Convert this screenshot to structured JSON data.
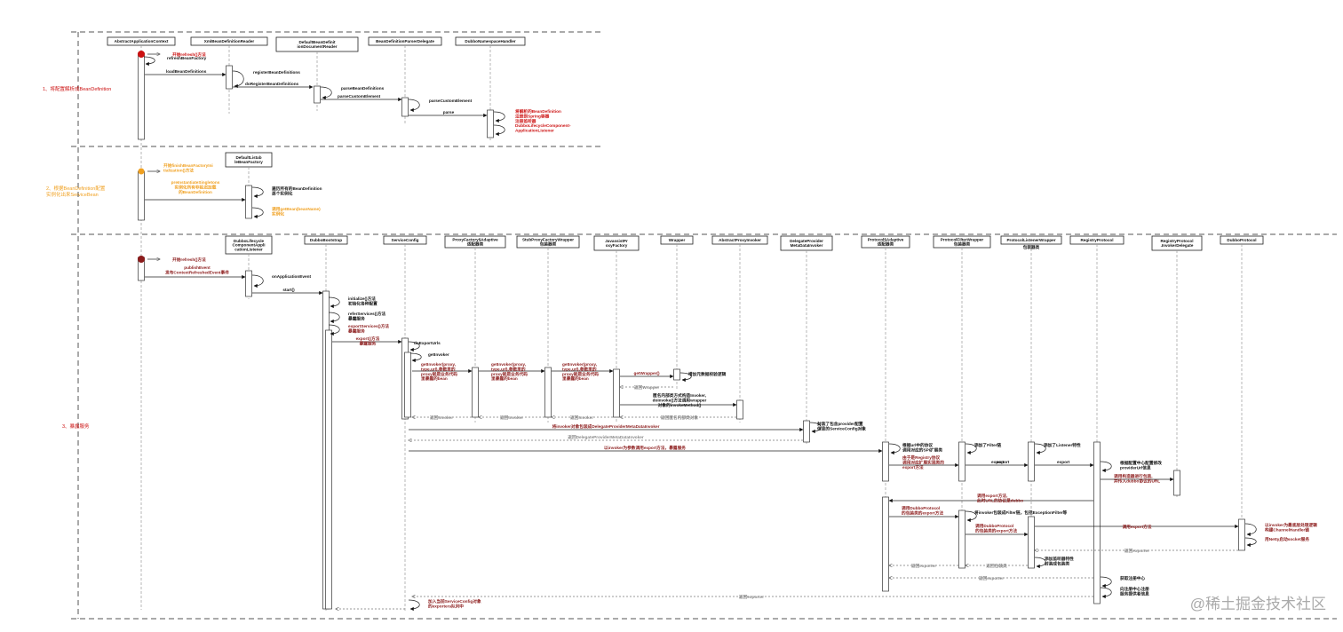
{
  "colors": {
    "red": "#cc1111",
    "orange": "#f0a020",
    "darkred": "#8b1a1a",
    "black": "#111111",
    "gray": "#888888"
  },
  "sections": [
    {
      "label": "1、将配置解析成BeanDefinition"
    },
    {
      "label": "2、根据BeanDefinition配置实例化出来ServiceBean"
    },
    {
      "label": "3、暴露服务"
    }
  ],
  "participants": [
    {
      "id": "aac",
      "label": "AbstractApplicationContext"
    },
    {
      "id": "xbdr",
      "label": "XmlBeanDefinitionReader"
    },
    {
      "id": "dbdr",
      "label": "DefaultBeanDefinitionDocumentReader"
    },
    {
      "id": "bdpd",
      "label": "BeanDefinitionParserDelegate"
    },
    {
      "id": "dnh",
      "label": "DubboNamespaceHandler"
    },
    {
      "id": "dlbf",
      "label": "DefaultListableBeanFactory"
    },
    {
      "id": "dlcal",
      "label": "DubboLifecycleComponentApplicationListener"
    },
    {
      "id": "dbs",
      "label": "DubboBootstrap"
    },
    {
      "id": "sc",
      "label": "ServiceConfig"
    },
    {
      "id": "pfa",
      "label": "ProxyFactory$Adaptive",
      "sub": "适配器类"
    },
    {
      "id": "spfw",
      "label": "StubProxyFactoryWrapper",
      "sub": "包装器类"
    },
    {
      "id": "jpf",
      "label": "JavassistProxyFactory"
    },
    {
      "id": "wr",
      "label": "Wrapper"
    },
    {
      "id": "api",
      "label": "AbstractProxyInvoker"
    },
    {
      "id": "dpmdi",
      "label": "DelegateProviderMetaDataInvoker"
    },
    {
      "id": "pa",
      "label": "Protocol$Adaptive",
      "sub": "适配器类"
    },
    {
      "id": "pfw",
      "label": "ProtocolFilterWrapper",
      "sub": "包装器类"
    },
    {
      "id": "plw",
      "label": "ProtocolListenerWrapper",
      "sub": "包装器类"
    },
    {
      "id": "rp",
      "label": "RegistryProtocol"
    },
    {
      "id": "rpid",
      "label": "RegistryProtocol.InvokerDelegate"
    },
    {
      "id": "dp",
      "label": "DubboProtocol"
    }
  ],
  "messages": {
    "s1_refresh": "开始refresh()方法",
    "refreshBeanFactory": "refreshBeanFactory",
    "loadBeanDefinitions": "loadBeanDefinitions",
    "registerBeanDefinitions": "registerBeanDefinitions",
    "doRegisterBeanDefinitions": "doRegisterBeanDefinitions",
    "parseBeanDefinitions": "parseBeanDefinitions",
    "parseCustomElement_1": "parseCustomElement",
    "parseCustomElement_2": "parseCustomElement",
    "parse": "parse",
    "dnh_note": [
      "将解析的BeanDefinition",
      "注册到Spring容器",
      "注册监听器",
      "DubboLifecycleComponent-",
      "ApplicationListener"
    ],
    "finishBeanFactory": [
      "开始finishBeanFactoryIni",
      "tialization()方法"
    ],
    "preInstantiate": [
      "preInstantiateSingletons",
      "实例化所有非延迟加载",
      "的BeanDefinition"
    ],
    "iterateBD": [
      "遍历所有的BeanDefinition",
      "逐个实例化"
    ],
    "getBean": [
      "调用getBean(beanName)",
      "实例化"
    ],
    "s3_refresh": "开始refresh()方法",
    "publishEvent": [
      "publishEvent",
      "发布ContextRefreshedEvent事件"
    ],
    "onApplicationEvent": "onApplicationEvent",
    "start": "start()",
    "initialize": [
      "initialize()方法",
      "初始化各种配置"
    ],
    "referServices": [
      "referServices()方法",
      "暴露服务"
    ],
    "exportServices": [
      "exportServices()方法",
      "暴露服务"
    ],
    "export_sc": [
      "export()方法",
      "暴露服务"
    ],
    "doExportUrls": "doExportUrls",
    "getInvoker": "getInvoker",
    "getInvoker_pfa": [
      "getInvoker(proxy,",
      "type,url),参数里的",
      "proxy就是业务代码",
      "里暴露的bean"
    ],
    "getInvoker_spfw": [
      "getInvoker(proxy,",
      "type,url),参数里的",
      "proxy就是业务代码",
      "里暴露的bean"
    ],
    "getInvoker_jpf": [
      "getInvoker(proxy,",
      "type,url),参数里的",
      "proxy就是业务代码",
      "里暴露的bean"
    ],
    "getWrapper": "getWrapper()",
    "wrapper_note": "增加元数据校验逻辑",
    "return_wrapper": "返回Wrapper",
    "anon_invoker": [
      "匿名内部类方式构造Invoker,",
      "doInvoke()方法调用wrapper",
      "对象的invokeMethod()"
    ],
    "return_anon": "返回匿名内部类对象",
    "return_invoker_1": "返回Invoker",
    "return_invoker_2": "返回Invoker",
    "return_invoker_3": "返回Invoker",
    "dpmdi_note": [
      "封装了包含provider配置",
      "信息的ServiceConfig对象"
    ],
    "wrap_dpmdi": "将invoker对象包装成DelegateProviderMetaDataInvoker",
    "return_dpmdi": "返回DelegateProviderMetaDataInvoker",
    "export_call": "以invoker为参数调用export方法，暴露服务",
    "pa_note": [
      "根据url中的协议",
      "调用对应的SPI扩展类"
    ],
    "pa_note2": [
      "由于是Registry协议",
      "调用对应扩展实现类的",
      "export方法"
    ],
    "filter_chain": "添加了Filter链",
    "listener_chain": "添加了Listener特性",
    "export_1": "export",
    "export_2": "export",
    "rp_note": [
      "根据配置中心配置修改",
      "providerUrl信息"
    ],
    "rp_note2": [
      "调用构造器进行包装,",
      "并传入dubbo协议的URL"
    ],
    "call_export_dubbo": [
      "调用export方法,",
      "此时URL的协议是dubbo"
    ],
    "call_dp_export": [
      "调用DubboProtocol",
      "的包装类的export方法"
    ],
    "wrap_filter": "将invoker包装成Filter链，包括ExceptionFilter等",
    "call_dp_export2": [
      "调用DubboProtocol",
      "的包装类的export方法"
    ],
    "call_export": "调用export方法",
    "dp_note": [
      "以invoker为最底层处理逻辑",
      "构建ChannelHandler链"
    ],
    "dp_note2": "用Netty启动socket服务",
    "return_exporter_1": "返回exporter",
    "listener_note": [
      "添加监听器特性",
      "封装成包装类"
    ],
    "return_exporter_2": "返回exporter",
    "return_wrapper_cls": "返回包装类",
    "return_exporter_3": "返回exporter",
    "get_registry": "获取注册中心",
    "register_provider": [
      "向注册中心注册",
      "服务提供者信息"
    ],
    "return_exporter_4": "返回exporter",
    "add_exporters": [
      "加入当前ServiceConfig对象",
      "的exporters队列中"
    ]
  },
  "watermark": "@稀土掘金技术社区"
}
